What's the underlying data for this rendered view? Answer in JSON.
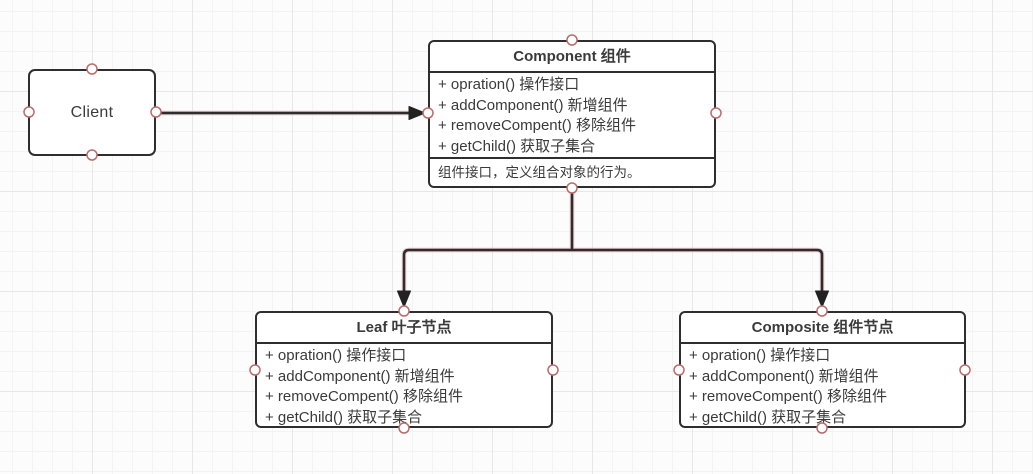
{
  "diagram": {
    "nodes": {
      "client": {
        "label": "Client"
      },
      "component": {
        "title": "Component 组件",
        "methods": [
          "+ opration() 操作接口",
          "+ addComponent() 新增组件",
          "+ removeCompent() 移除组件",
          "+ getChild() 获取子集合"
        ],
        "note": "组件接口，定义组合对象的行为。"
      },
      "leaf": {
        "title": "Leaf 叶子节点",
        "methods": [
          "+ opration() 操作接口",
          "+ addComponent() 新增组件",
          "+ removeCompent() 移除组件",
          "+ getChild() 获取子集合"
        ]
      },
      "composite": {
        "title": "Composite 组件节点",
        "methods": [
          "+ opration() 操作接口",
          "+ addComponent() 新增组件",
          "+ removeCompent() 移除组件",
          "+ getChild() 获取子集合"
        ]
      }
    },
    "colors": {
      "node_border": "#2e2e2e",
      "text": "#3a3a3a",
      "connector": "#2d2d2d",
      "connector_halo": "#e0b4b4",
      "anchor_stroke": "#bf6a6a",
      "grid_minor": "#f3f3f3",
      "grid_major": "#e7e7e7",
      "canvas_bg": "#fcfcfc"
    }
  }
}
